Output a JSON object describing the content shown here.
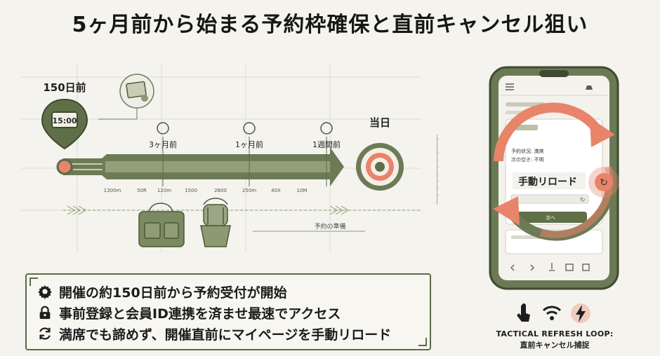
{
  "title": "5ヶ月前から始まる予約枠確保と直前キャンセル狙い",
  "timeline": {
    "start_label": "150日前",
    "clock_display": "15:00",
    "end_label": "当日",
    "milestones": [
      {
        "label": "3ヶ月前",
        "icon": "clock-icon"
      },
      {
        "label": "1ヶ月前",
        "icon": "person-key-icon"
      },
      {
        "label": "1週間前",
        "icon": "compass-icon"
      }
    ],
    "ticks": [
      "1300m",
      "50R",
      "120m",
      "1500",
      "2800",
      "250m",
      "40X",
      "10M"
    ],
    "prep_label": "予約の準備"
  },
  "steps": [
    {
      "icon": "gear-icon",
      "text": "開催の約150日前から予約受付が開始"
    },
    {
      "icon": "lock-icon",
      "text": "事前登録と会員ID連携を済ませ最速でアクセス"
    },
    {
      "icon": "refresh-icon",
      "text": "満席でも諦めず、開催直前にマイページを手動リロード"
    }
  ],
  "phone": {
    "status_line1": "予約状況: 満席",
    "status_line2": "次の空き: 不明",
    "reload_label": "手動リロード",
    "next_button": "次へ"
  },
  "loop_caption": {
    "line1": "TACTICAL REFRESH LOOP:",
    "line2": "直前キャンセル捕捉"
  },
  "colors": {
    "olive": "#5a6b46",
    "olive_light": "#8b9a70",
    "orange": "#e8846a",
    "background": "#f4f3ee"
  }
}
